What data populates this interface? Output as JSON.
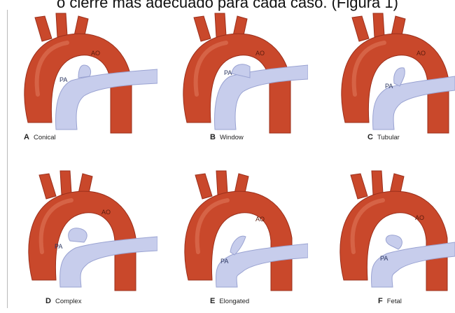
{
  "header": {
    "text": "o cierre más adecuado para cada caso. (Figura 1)"
  },
  "colors": {
    "aorta": "#c9482b",
    "aorta_dark": "#9b2f1b",
    "aorta_light": "#e07a5c",
    "pa": "#c7cdec",
    "pa_dark": "#9aa3d2",
    "pa_light": "#e4e7f7"
  },
  "panels": [
    {
      "letter": "A",
      "name": "Conical",
      "ao": "AO",
      "pa": "PA"
    },
    {
      "letter": "B",
      "name": "Window",
      "ao": "AO",
      "pa": "PA"
    },
    {
      "letter": "C",
      "name": "Tubular",
      "ao": "AO",
      "pa": "PA"
    },
    {
      "letter": "D",
      "name": "Complex",
      "ao": "AO",
      "pa": "PA"
    },
    {
      "letter": "E",
      "name": "Elongated",
      "ao": "AO",
      "pa": "PA"
    },
    {
      "letter": "F",
      "name": "Fetal",
      "ao": "AO",
      "pa": "PA"
    }
  ]
}
